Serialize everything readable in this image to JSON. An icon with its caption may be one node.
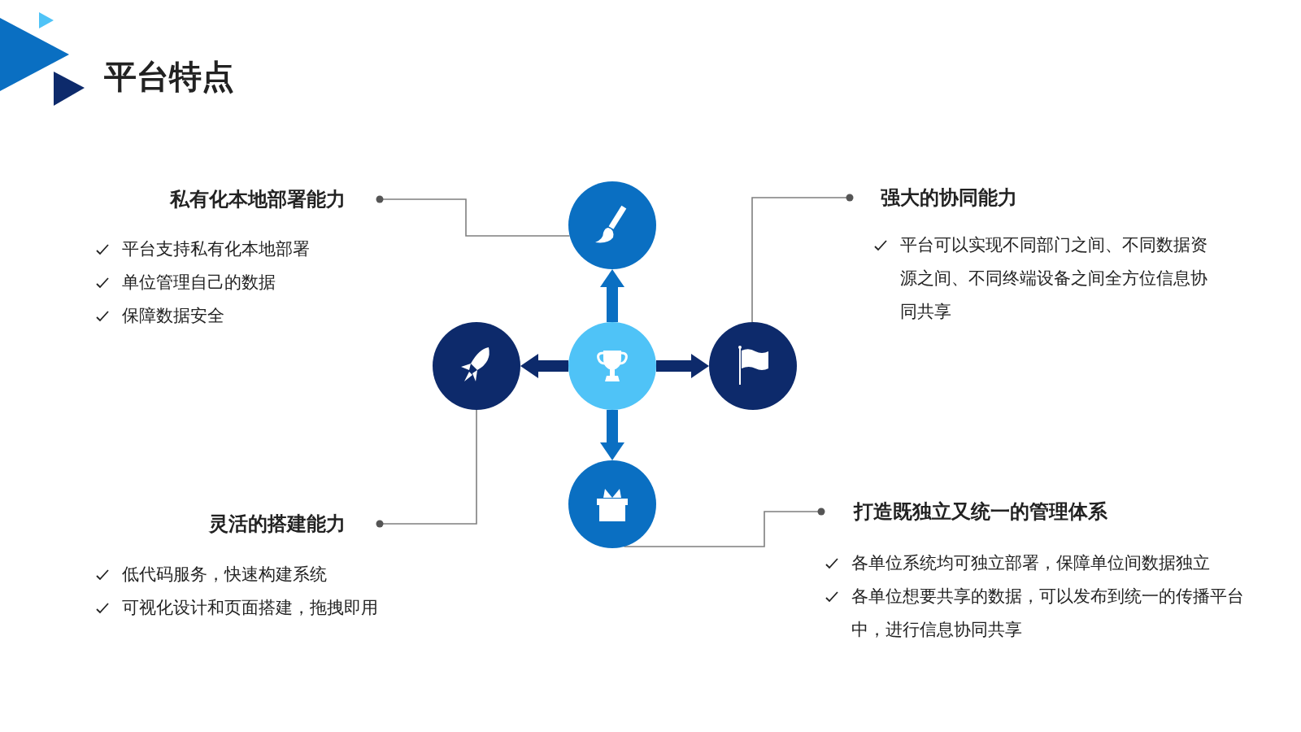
{
  "diagram": {
    "title": "平台特点",
    "nodes": [
      {
        "text": [],
        "shape": "circle"
      },
      {
        "text": [],
        "shape": "circle"
      },
      {
        "text": [],
        "shape": "circle"
      },
      {
        "text": [],
        "shape": "circle"
      },
      {
        "text": [],
        "shape": "circle"
      },
      {
        "text": [
          "私有化本地部署能力",
          "平台支持私有化本地部署",
          "单位管理自己的数据",
          "保障数据安全"
        ]
      },
      {
        "text": [
          "强大的协同能力",
          "平台可以实现不同部门之间、不同数据资源之间、不同终端设备之间全方位信息协同共享"
        ]
      },
      {
        "text": [
          "灵活的搭建能力",
          "低代码服务，快速构建系统",
          "可视化设计和页面搭建，拖拽即用"
        ]
      },
      {
        "text": [
          "打造既独立又统一的管理体系",
          "各单位系统均可独立部署，保障单位间数据独立",
          "各单位想要共享的数据，可以发布到统一的传播平台中，进行信息协同共享"
        ]
      }
    ],
    "edges": [
      {
        "from": 0,
        "to": 1,
        "arrow": "to",
        "style": "thick",
        "color": "#0a6fc2"
      },
      {
        "from": 0,
        "to": 2,
        "arrow": "to",
        "style": "thick",
        "color": "#0d2a6b"
      },
      {
        "from": 0,
        "to": 3,
        "arrow": "to",
        "style": "thick",
        "color": "#0d2a6b"
      },
      {
        "from": 0,
        "to": 4,
        "arrow": "to",
        "style": "thick",
        "color": "#0a6fc2"
      },
      {
        "from": 5,
        "to": 1,
        "arrow": "other"
      },
      {
        "from": 6,
        "to": 3,
        "arrow": "other"
      },
      {
        "from": 7,
        "to": 2,
        "arrow": "other"
      },
      {
        "from": 8,
        "to": 4,
        "arrow": "other"
      }
    ]
  }
}
